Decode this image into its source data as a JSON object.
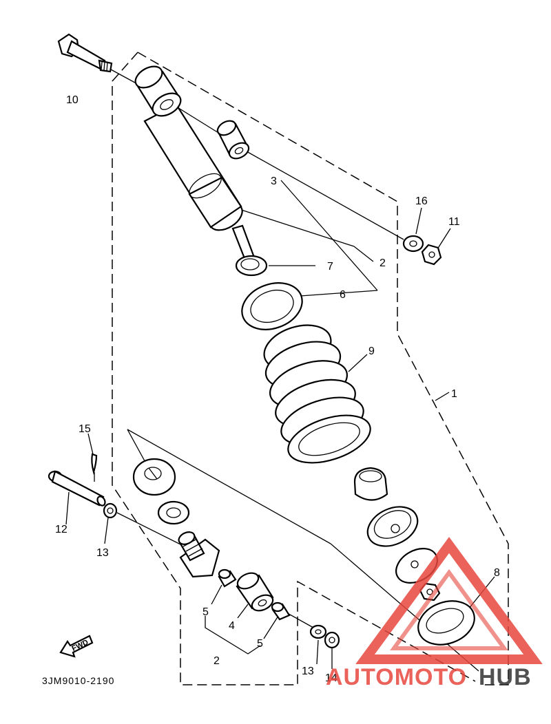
{
  "diagram": {
    "code": "3JM9010-2190",
    "fwd_label": "FWD",
    "callouts": [
      {
        "id": "10",
        "text": "10"
      },
      {
        "id": "3",
        "text": "3"
      },
      {
        "id": "16",
        "text": "16"
      },
      {
        "id": "11",
        "text": "11"
      },
      {
        "id": "7",
        "text": "7"
      },
      {
        "id": "2a",
        "text": "2"
      },
      {
        "id": "6",
        "text": "6"
      },
      {
        "id": "9",
        "text": "9"
      },
      {
        "id": "1",
        "text": "1"
      },
      {
        "id": "15",
        "text": "15"
      },
      {
        "id": "12",
        "text": "12"
      },
      {
        "id": "13a",
        "text": "13"
      },
      {
        "id": "8",
        "text": "8"
      },
      {
        "id": "5a",
        "text": "5"
      },
      {
        "id": "4",
        "text": "4"
      },
      {
        "id": "5b",
        "text": "5"
      },
      {
        "id": "2b",
        "text": "2"
      },
      {
        "id": "13b",
        "text": "13"
      },
      {
        "id": "14",
        "text": "14"
      }
    ]
  },
  "watermark": {
    "text_left": "AUTOMOTO",
    "text_right": "HUB",
    "color": "#e8473f",
    "color_dark": "#333333"
  }
}
